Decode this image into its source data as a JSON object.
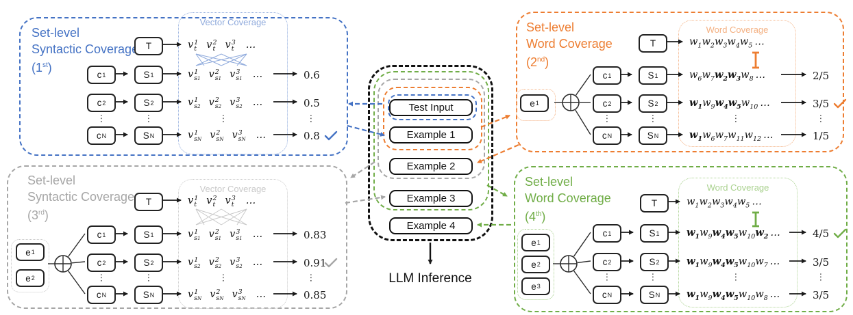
{
  "colors": {
    "blue": "#4472C4",
    "orange": "#ED7D31",
    "gray": "#A6A6A6",
    "green": "#70AD47",
    "light_blue": "#8FAADC",
    "light_orange": "#F4B183",
    "light_gray": "#C9C9C9",
    "light_green": "#A9D18E",
    "ink": "#1A1A1A"
  },
  "misc": {
    "dots": "⋮",
    "ellipsis": "…"
  },
  "center": {
    "items": [
      "Test Input",
      "Example 1",
      "Example 2",
      "Example 3",
      "Example 4"
    ],
    "inference_label": "LLM Inference"
  },
  "panels": [
    {
      "name": "syntactic-coverage-1st",
      "type": "vector",
      "color_key": "blue",
      "light_key": "light_blue",
      "title_lines": [
        "Set-level",
        "Syntactic Coverage"
      ],
      "ordinal": {
        "text": "(1",
        "sup": "st",
        "close": ")"
      },
      "coverage_label": "Vector Coverage",
      "t_box": "T",
      "t_row": {
        "base": "v",
        "sub": "t",
        "sups": [
          "1",
          "2",
          "3"
        ]
      },
      "e_boxes": [],
      "rows": [
        {
          "c": {
            "base": "c",
            "sub": "1"
          },
          "s": {
            "base": "S",
            "sub": "1"
          },
          "row": {
            "base": "v",
            "sub": "s",
            "subsub": "1",
            "sups": [
              "1",
              "2",
              "3"
            ]
          },
          "score": "0.6",
          "check": false
        },
        {
          "c": {
            "base": "c",
            "sub": "2"
          },
          "s": {
            "base": "S",
            "sub": "2"
          },
          "row": {
            "base": "v",
            "sub": "s",
            "subsub": "2",
            "sups": [
              "1",
              "2",
              "3"
            ]
          },
          "score": "0.5",
          "check": false
        },
        {
          "c": {
            "base": "c",
            "sub": "N"
          },
          "s": {
            "base": "S",
            "sub": "N"
          },
          "row": {
            "base": "v",
            "sub": "s",
            "subsub": "N",
            "sups": [
              "1",
              "2",
              "3"
            ]
          },
          "score": "0.8",
          "check": true
        }
      ]
    },
    {
      "name": "word-coverage-2nd",
      "type": "word",
      "color_key": "orange",
      "light_key": "light_orange",
      "title_lines": [
        "Set-level",
        "Word Coverage"
      ],
      "ordinal": {
        "text": "(2",
        "sup": "nd",
        "close": ")"
      },
      "coverage_label": "Word Coverage",
      "t_box": "T",
      "t_row": {
        "base": "w",
        "words": [
          [
            "1",
            false
          ],
          [
            "2",
            false
          ],
          [
            "3",
            false
          ],
          [
            "4",
            false
          ],
          [
            "5",
            false
          ]
        ]
      },
      "e_boxes": [
        {
          "base": "e",
          "sub": "1"
        }
      ],
      "rows": [
        {
          "c": {
            "base": "c",
            "sub": "1"
          },
          "s": {
            "base": "S",
            "sub": "1"
          },
          "row": {
            "base": "w",
            "words": [
              [
                "6",
                false
              ],
              [
                "7",
                false
              ],
              [
                "2",
                true
              ],
              [
                "3",
                true
              ],
              [
                "8",
                false
              ]
            ]
          },
          "score": "2/5",
          "check": false
        },
        {
          "c": {
            "base": "c",
            "sub": "2"
          },
          "s": {
            "base": "S",
            "sub": "2"
          },
          "row": {
            "base": "w",
            "words": [
              [
                "1",
                true
              ],
              [
                "9",
                false
              ],
              [
                "4",
                true
              ],
              [
                "5",
                true
              ],
              [
                "10",
                false
              ]
            ]
          },
          "score": "3/5",
          "check": true
        },
        {
          "c": {
            "base": "c",
            "sub": "N"
          },
          "s": {
            "base": "S",
            "sub": "N"
          },
          "row": {
            "base": "w",
            "words": [
              [
                "1",
                true
              ],
              [
                "6",
                false
              ],
              [
                "7",
                false
              ],
              [
                "11",
                false
              ],
              [
                "12",
                false
              ]
            ]
          },
          "score": "1/5",
          "check": false
        }
      ]
    },
    {
      "name": "syntactic-coverage-3rd",
      "type": "vector",
      "color_key": "gray",
      "light_key": "light_gray",
      "title_lines": [
        "Set-level",
        "Syntactic Coverage"
      ],
      "ordinal": {
        "text": "(3",
        "sup": "rd",
        "close": ")"
      },
      "coverage_label": "Vector Coverage",
      "t_box": "T",
      "t_row": {
        "base": "v",
        "sub": "t",
        "sups": [
          "1",
          "2",
          "3"
        ]
      },
      "e_boxes": [
        {
          "base": "e",
          "sub": "1"
        },
        {
          "base": "e",
          "sub": "2"
        }
      ],
      "rows": [
        {
          "c": {
            "base": "c",
            "sub": "1"
          },
          "s": {
            "base": "S",
            "sub": "1"
          },
          "row": {
            "base": "v",
            "sub": "s",
            "subsub": "1",
            "sups": [
              "1",
              "2",
              "3"
            ]
          },
          "score": "0.83",
          "check": false
        },
        {
          "c": {
            "base": "c",
            "sub": "2"
          },
          "s": {
            "base": "S",
            "sub": "2"
          },
          "row": {
            "base": "v",
            "sub": "s",
            "subsub": "2",
            "sups": [
              "1",
              "2",
              "3"
            ]
          },
          "score": "0.91",
          "check": true
        },
        {
          "c": {
            "base": "c",
            "sub": "N"
          },
          "s": {
            "base": "S",
            "sub": "N"
          },
          "row": {
            "base": "v",
            "sub": "s",
            "subsub": "N",
            "sups": [
              "1",
              "2",
              "3"
            ]
          },
          "score": "0.85",
          "check": false
        }
      ]
    },
    {
      "name": "word-coverage-4th",
      "type": "word",
      "color_key": "green",
      "light_key": "light_green",
      "title_lines": [
        "Set-level",
        "Word Coverage"
      ],
      "ordinal": {
        "text": "(4",
        "sup": "th",
        "close": ")"
      },
      "coverage_label": "Word Coverage",
      "t_box": "T",
      "t_row": {
        "base": "w",
        "words": [
          [
            "1",
            false
          ],
          [
            "2",
            false
          ],
          [
            "3",
            false
          ],
          [
            "4",
            false
          ],
          [
            "5",
            false
          ]
        ]
      },
      "e_boxes": [
        {
          "base": "e",
          "sub": "1"
        },
        {
          "base": "e",
          "sub": "2"
        },
        {
          "base": "e",
          "sub": "3"
        }
      ],
      "rows": [
        {
          "c": {
            "base": "c",
            "sub": "1"
          },
          "s": {
            "base": "S",
            "sub": "1"
          },
          "row": {
            "base": "w",
            "words": [
              [
                "1",
                true
              ],
              [
                "9",
                false
              ],
              [
                "4",
                true
              ],
              [
                "5",
                true
              ],
              [
                "10",
                false
              ],
              [
                "2",
                true
              ]
            ]
          },
          "score": "4/5",
          "check": true
        },
        {
          "c": {
            "base": "c",
            "sub": "2"
          },
          "s": {
            "base": "S",
            "sub": "2"
          },
          "row": {
            "base": "w",
            "words": [
              [
                "1",
                true
              ],
              [
                "9",
                false
              ],
              [
                "4",
                true
              ],
              [
                "5",
                true
              ],
              [
                "10",
                false
              ],
              [
                "7",
                false
              ]
            ]
          },
          "score": "3/5",
          "check": false
        },
        {
          "c": {
            "base": "c",
            "sub": "N"
          },
          "s": {
            "base": "S",
            "sub": "N"
          },
          "row": {
            "base": "w",
            "words": [
              [
                "1",
                true
              ],
              [
                "9",
                false
              ],
              [
                "4",
                true
              ],
              [
                "5",
                true
              ],
              [
                "10",
                false
              ],
              [
                "8",
                false
              ]
            ]
          },
          "score": "3/5",
          "check": false
        }
      ]
    }
  ]
}
